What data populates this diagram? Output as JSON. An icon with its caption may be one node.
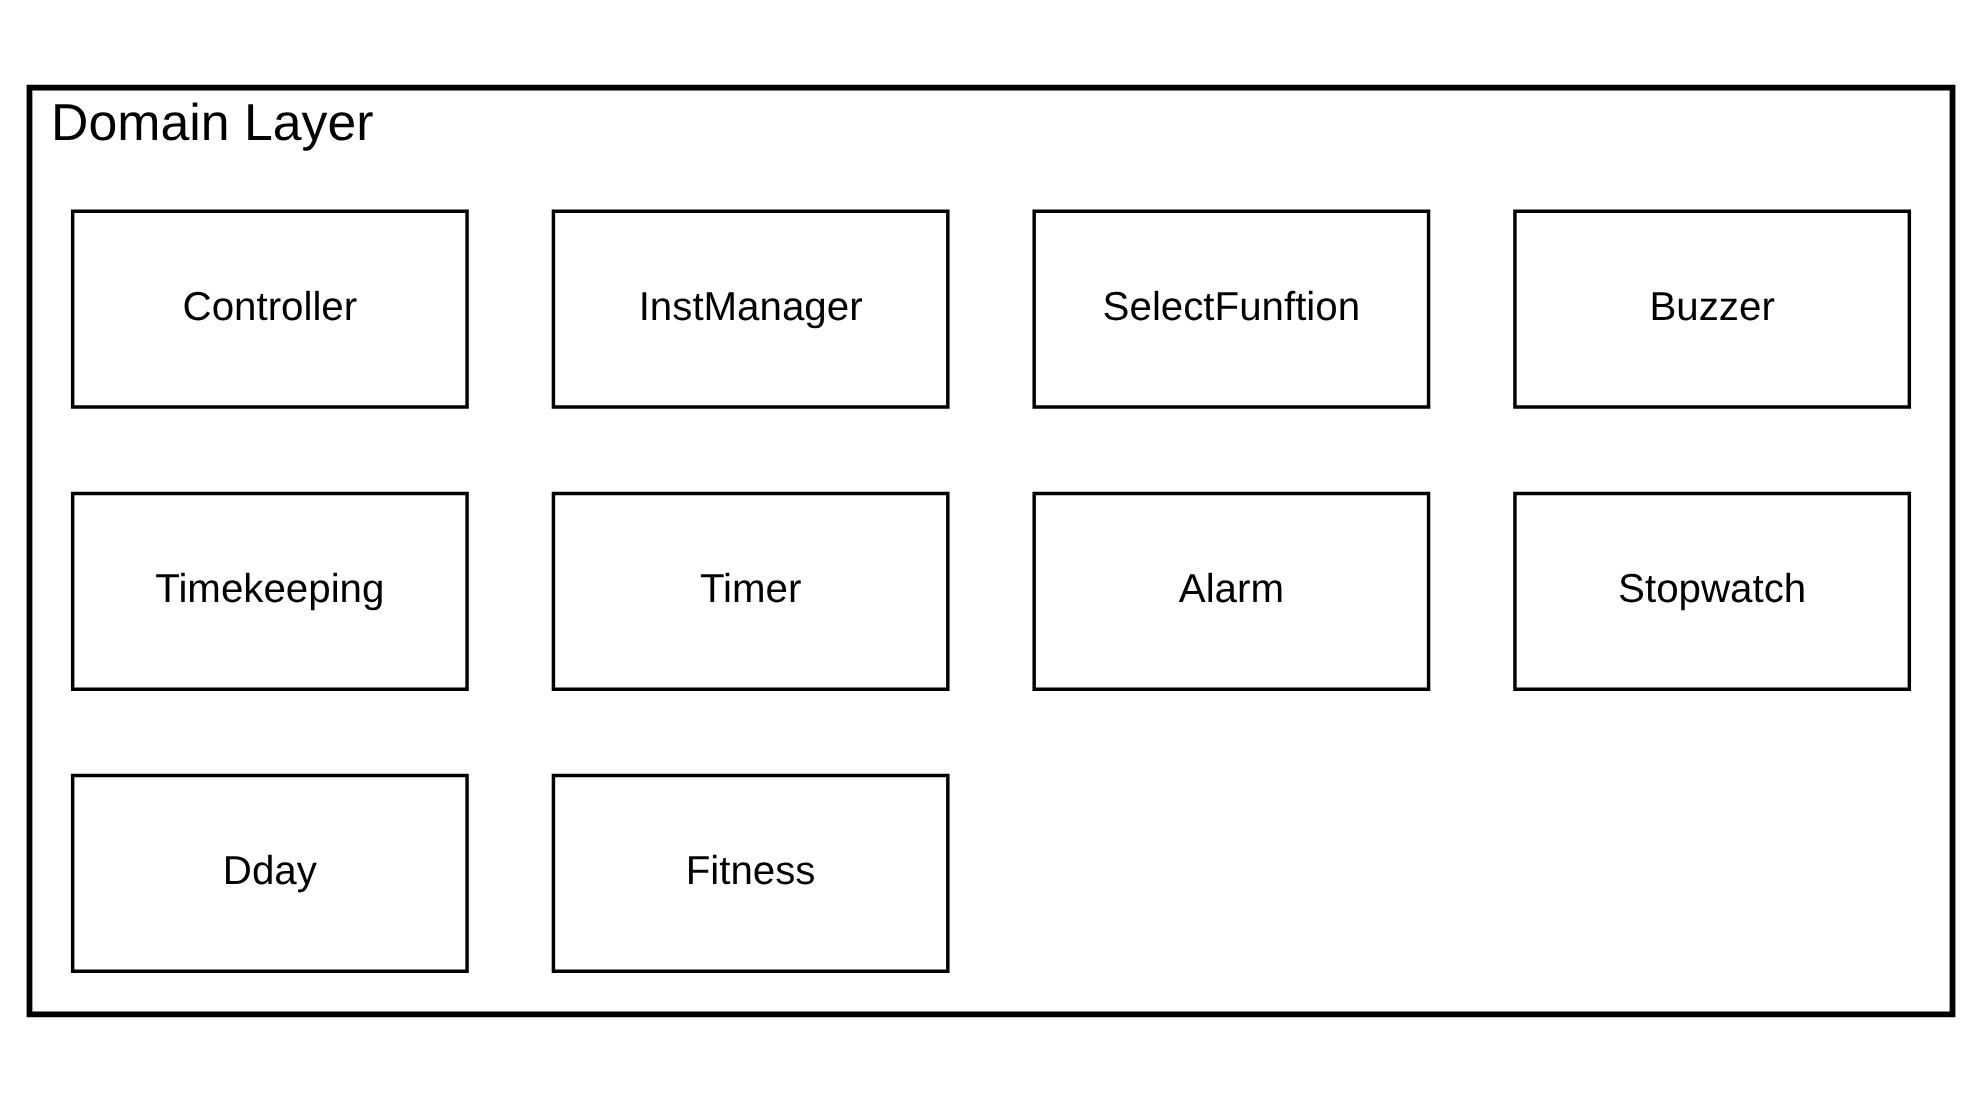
{
  "diagram": {
    "nodes": [
      {
        "text": [
          "Domain Layer"
        ]
      },
      {
        "text": [
          "Controller"
        ],
        "in": 0
      },
      {
        "text": [
          "InstManager"
        ],
        "in": 0
      },
      {
        "text": [
          "SelectFunftion"
        ],
        "in": 0
      },
      {
        "text": [
          "Buzzer"
        ],
        "in": 0
      },
      {
        "text": [
          "Timekeeping"
        ],
        "in": 0
      },
      {
        "text": [
          "Timer"
        ],
        "in": 0
      },
      {
        "text": [
          "Alarm"
        ],
        "in": 0
      },
      {
        "text": [
          "Stopwatch"
        ],
        "in": 0
      },
      {
        "text": [
          "Dday"
        ],
        "in": 0
      },
      {
        "text": [
          "Fitness"
        ],
        "in": 0
      }
    ],
    "edges": []
  }
}
